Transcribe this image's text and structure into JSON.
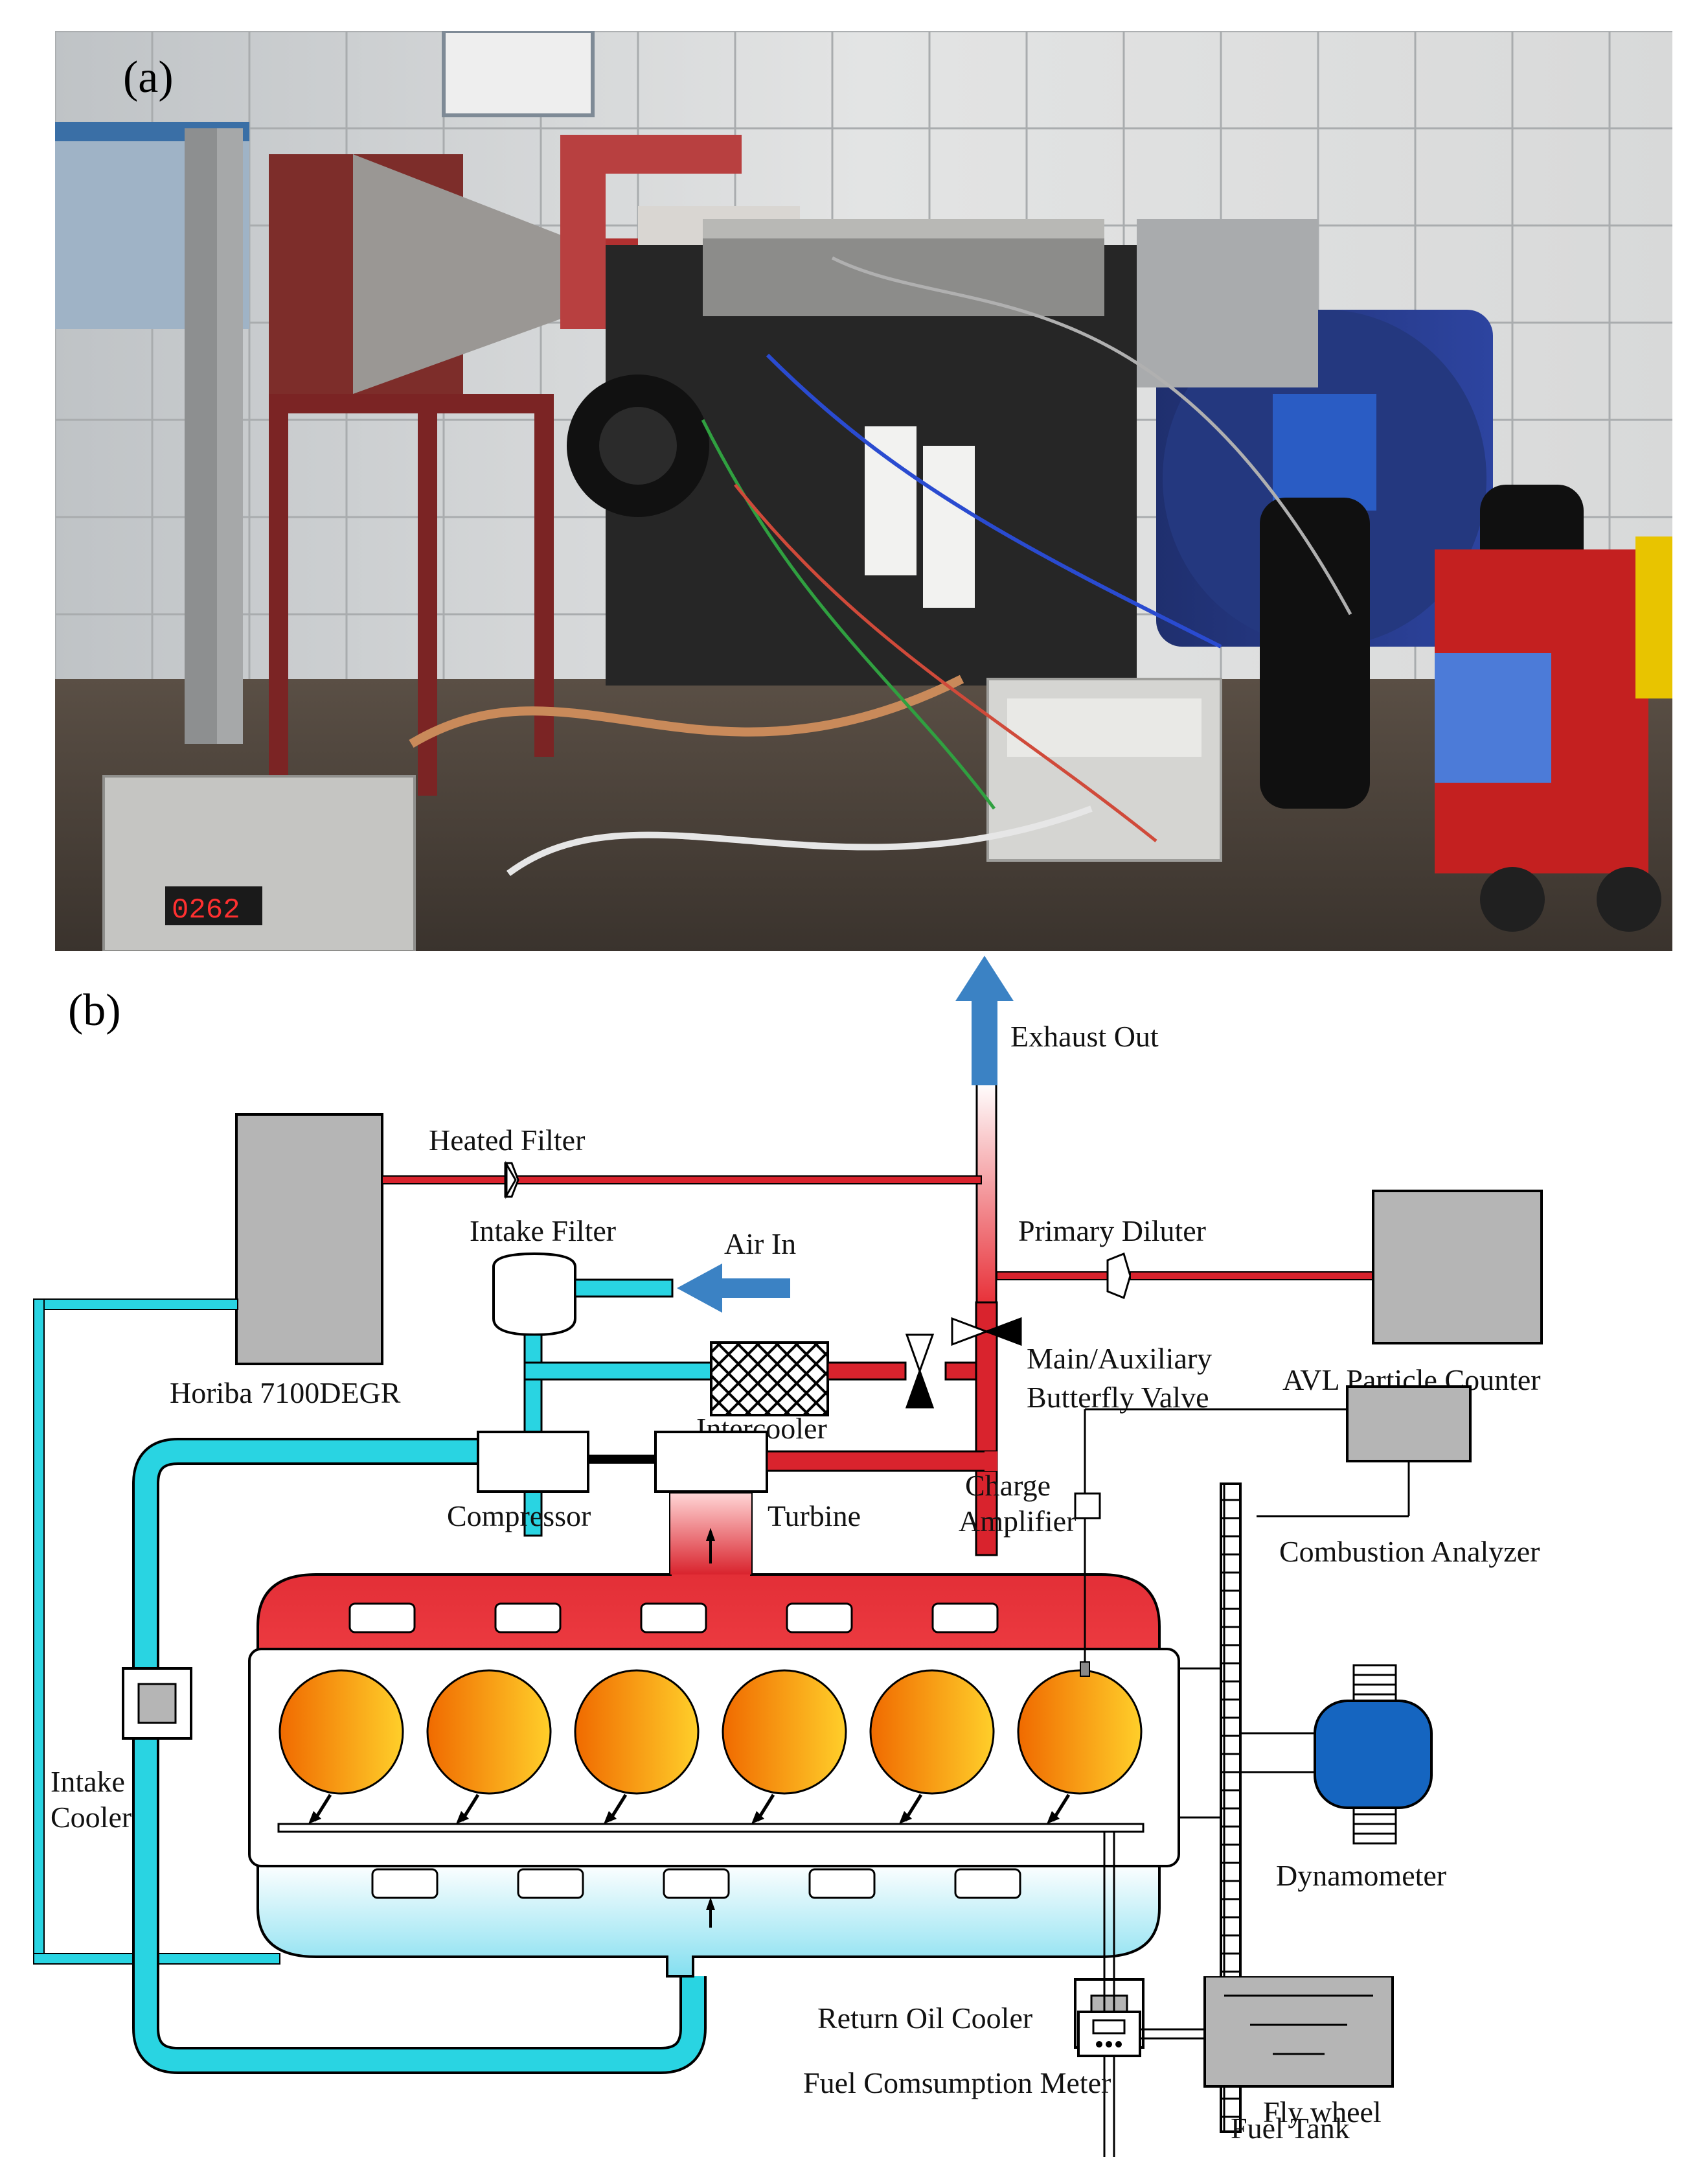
{
  "panel_labels": {
    "a": "(a)",
    "b": "(b)"
  },
  "photo": {
    "description_icon": "engine-test-bench-photo-icon",
    "display_reading": "0262"
  },
  "components": {
    "exhaust_out": "Exhaust Out",
    "heated_filter": "Heated Filter",
    "intake_filter": "Intake Filter",
    "air_in": "Air In",
    "primary_diluter": "Primary Diluter",
    "horiba": "Horiba 7100DEGR",
    "main_aux_valve_1": "Main/Auxiliary",
    "main_aux_valve_2": "Butterfly Valve",
    "avl_counter": "AVL Particle Counter",
    "intercooler": "Intercooler",
    "charge_amp_1": "Charge",
    "charge_amp_2": "Amplifier",
    "compressor": "Compressor",
    "turbine": "Turbine",
    "combustion_analyzer": "Combustion Analyzer",
    "intake_cooler_1": "Intake",
    "intake_cooler_2": "Cooler",
    "dynamometer": "Dynamometer",
    "fly_wheel": "Fly wheel",
    "return_oil_cooler": "Return Oil Cooler",
    "fuel_meter": "Fuel Comsumption Meter",
    "fuel_tank": "Fuel Tank"
  },
  "colors": {
    "hot_line": "#d9232d",
    "cold_line": "#29d4e2",
    "arrow_blue": "#3b82c4",
    "gray_box": "#b5b5b5",
    "dyno_blue": "#1565c0"
  }
}
